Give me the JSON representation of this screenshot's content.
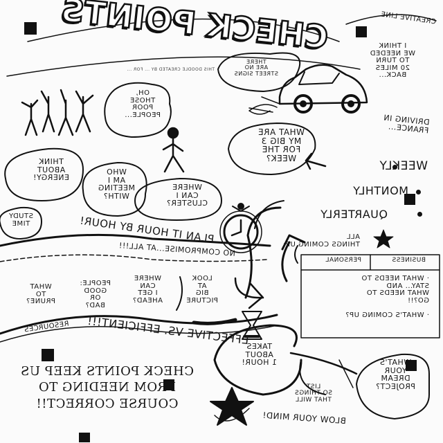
{
  "title": "CHECK POINTS",
  "credit": "THIS DOODLE CREATED BY ... FOR ...",
  "top_right": {
    "creative_line": "CREATIVE LINE",
    "think_note": "I THINK\nWE NEEDED\nTO TURN\n20 MILES\nBACK...",
    "street_signs": "THERE\nARE NO\nSTREET SIGNS",
    "driving": "DRIVING IN\nFRANCE..."
  },
  "left_top": {
    "those_poor": "OH,\nTHOSE\nPOOR\nPEOPLE..."
  },
  "questions": {
    "big3": "WHAT ARE\nMY BIG 3\nFOR THE\nWEEK?",
    "think_energy": "THINK\nABOUT\nENERGY!",
    "who_meeting": "WHO\nAM I\nMEETING\nWITH?",
    "where_cluster": "WHERE\nCAN I\nCLUSTER?",
    "study_time": "STUDY\nTIME"
  },
  "cadence": [
    "WEEKLY",
    "MONTHLY",
    "QUARTERLY"
  ],
  "plan_line": "PLAN IT HOUR BY HOUR!",
  "no_compromise": "NO COMPROMISE...AT ALL!!!",
  "all_things": "ALL\nTHINGS COMING UP:",
  "table": {
    "col_personal": "PERSONAL",
    "col_business": "BUSINESS",
    "bullets": "· WHAT NEEDS TO\nSTAY... AND\nWHAT NEEDS TO\nGO?!!\n\n· WHAT'S COMING UP?"
  },
  "prune": {
    "what_prune": "WHAT\nTO\nPRUNE?",
    "people": "PEOPLE:\nGOOD\nOR\nBAD?",
    "where_ahead": "WHERE\nCAN\nI GET\nAHEAD?",
    "big_picture": "LOOK\nAT\nBIG\nPICTURE"
  },
  "resources": "RESOURCES",
  "effective": "EFFECTIVE VS. EFFICIENT!!!",
  "takes_hour": "TAKES\nABOUT\n1 HOUR!",
  "closing": "CHECK POINTS KEEP US\nFROM NEEDING TO\nCOURSE CORRECT!!",
  "list": "LIST\nSO THINGS\nTHAT WILL",
  "blow_mind": "BLOW YOUR MIND!",
  "dream_project": "WHAT'S\nYOUR\nDREAM\nPROJECT?"
}
